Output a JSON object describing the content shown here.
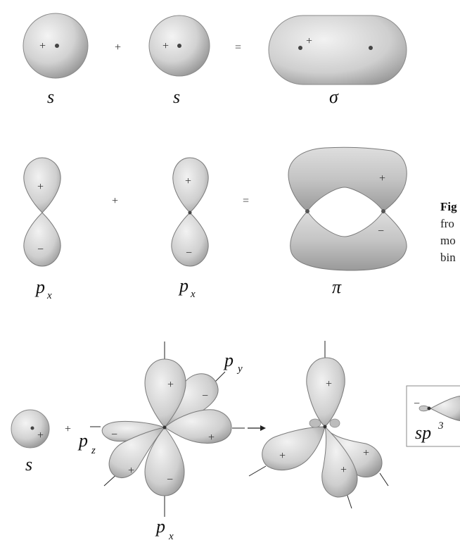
{
  "row1": {
    "label_1": "s",
    "label_2": "s",
    "label_3": "σ",
    "plus": "+",
    "equals": "=",
    "sign": "+"
  },
  "row2": {
    "label_1": "p",
    "label_1_sub": "x",
    "label_2": "p",
    "label_2_sub": "x",
    "label_3": "π",
    "plus": "+",
    "equals": "=",
    "sign_plus": "+",
    "sign_minus": "−"
  },
  "row3": {
    "label_s": "s",
    "label_py": "p",
    "label_py_sub": "y",
    "label_pz": "p",
    "label_pz_sub": "z",
    "label_px": "p",
    "label_px_sub": "x",
    "label_sp3": "sp",
    "label_sp3_sup": "3",
    "plus": "+",
    "sign_plus": "+",
    "sign_minus": "−"
  },
  "caption": {
    "line_1": "Fig",
    "line_2": "fro",
    "line_3": "mo",
    "line_4": "bin"
  },
  "colors": {
    "orbital_fill": "#c9c9c9",
    "orbital_edge": "#7a7a7a",
    "text": "#111111"
  }
}
